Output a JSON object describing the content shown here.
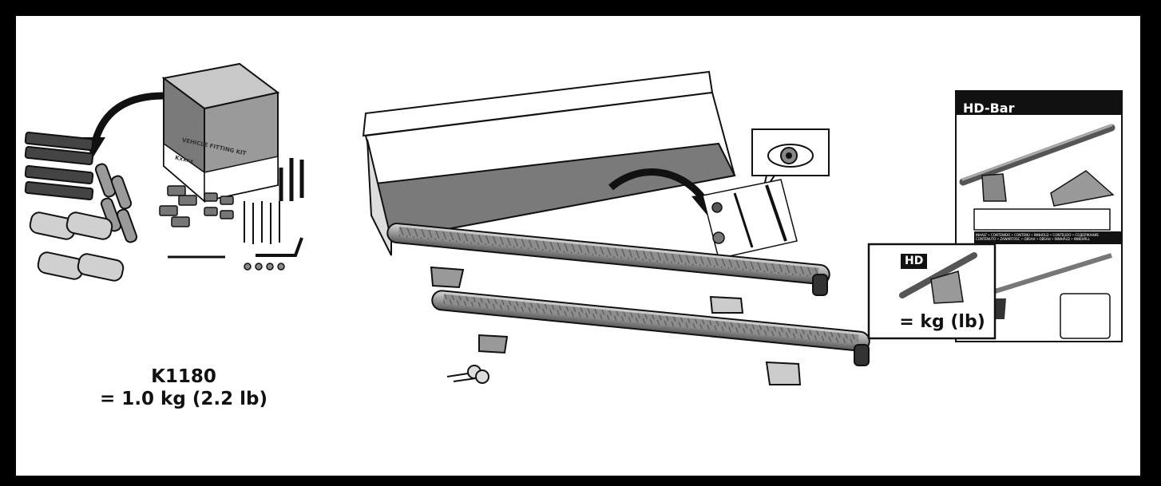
{
  "kit": {
    "model": "K1180",
    "weight": "= 1.0 kg (2.2 lb)",
    "box_label": "VEHICLE FITTING KIT",
    "box_brand": "Kxxxx"
  },
  "manual": {
    "title": "HD-Bar",
    "contents_line1": "INHALT • CONTENIDO • CONTENU • INNHOLD • CONTEÚDO • СОДЕРЖАНИЕ",
    "contents_line2": "CONTENUTO • ZAWARTOSC • OBSAH • OBSAH • INNIHÅLD • INNEHÅLL"
  },
  "callout": {
    "badge": "HD",
    "weight": "= kg (lb)"
  }
}
